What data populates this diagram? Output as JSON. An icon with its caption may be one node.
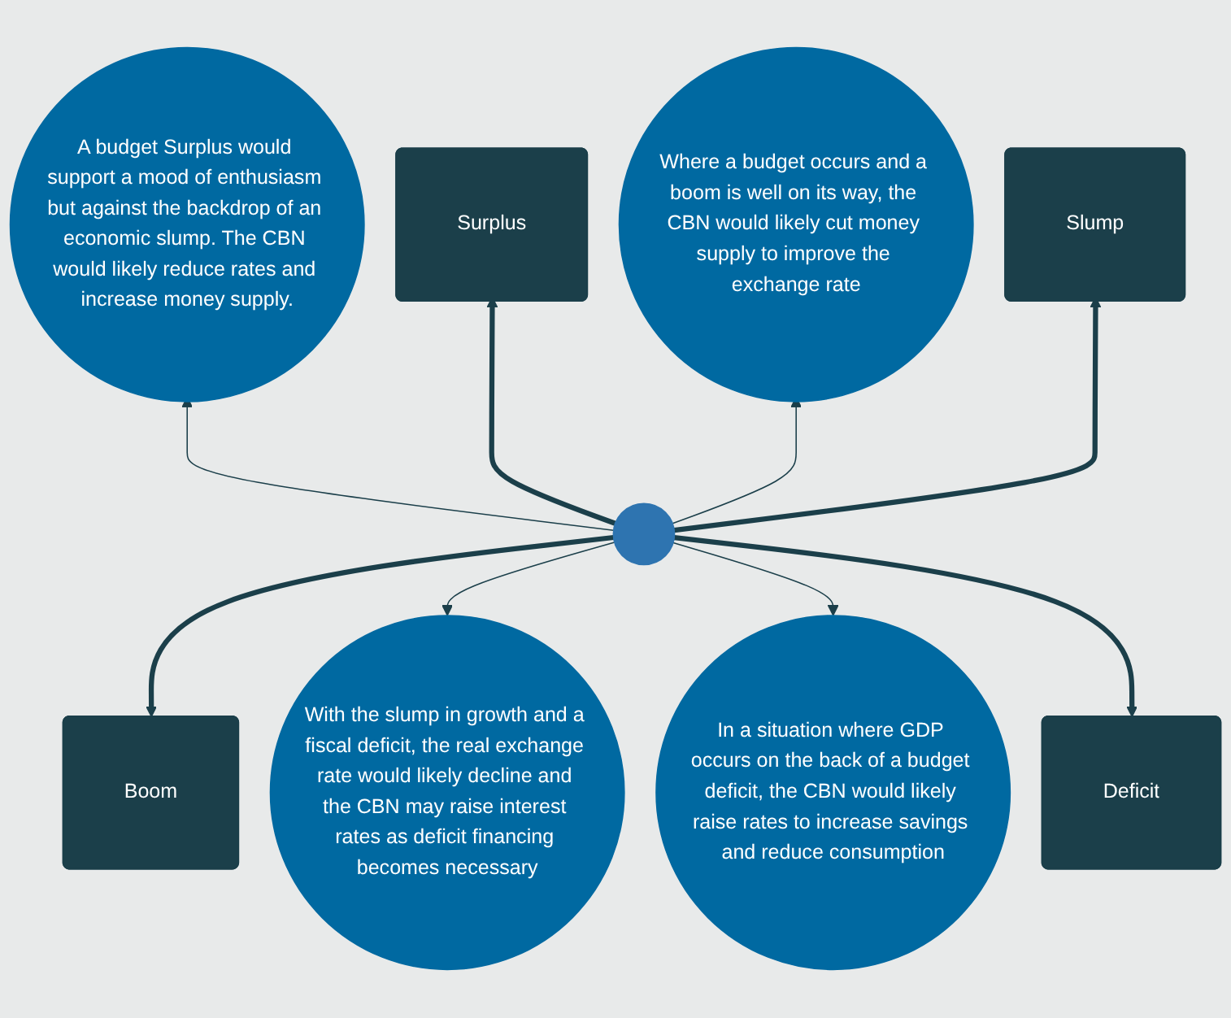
{
  "diagram": {
    "nodes": [
      {
        "text": [
          "A budget Surplus would support a mood of enthusiasm but against the backdrop of an economic slump. The CBN would likely reduce rates and increase money supply."
        ]
      },
      {
        "text": [
          "Surplus"
        ]
      },
      {
        "text": [
          "Where a budget occurs and a boom is well on its way, the CBN would likely cut money supply to improve the exchange rate"
        ]
      },
      {
        "text": [
          "Slump"
        ]
      },
      {
        "text": [],
        "shape": "circle"
      },
      {
        "text": [
          "Boom"
        ]
      },
      {
        "text": [
          "With the slump in growth and a fiscal deficit, the real exchange rate would likely decline and the CBN may raise interest rates as deficit financing becomes necessary"
        ]
      },
      {
        "text": [
          "In a situation where GDP occurs on the back of a budget deficit, the CBN would likely raise rates to increase savings and reduce consumption"
        ]
      },
      {
        "text": [
          "Deficit"
        ]
      }
    ],
    "edges": [
      {
        "from": 4,
        "to": 0,
        "arrow": "to"
      },
      {
        "from": 4,
        "to": 1,
        "arrow": "to",
        "style": "thick"
      },
      {
        "from": 4,
        "to": 2,
        "arrow": "to"
      },
      {
        "from": 4,
        "to": 3,
        "arrow": "to",
        "style": "thick"
      },
      {
        "from": 4,
        "to": 5,
        "arrow": "to",
        "style": "thick"
      },
      {
        "from": 4,
        "to": 6,
        "arrow": "to"
      },
      {
        "from": 4,
        "to": 7,
        "arrow": "to"
      },
      {
        "from": 4,
        "to": 8,
        "arrow": "to",
        "style": "thick"
      }
    ]
  }
}
